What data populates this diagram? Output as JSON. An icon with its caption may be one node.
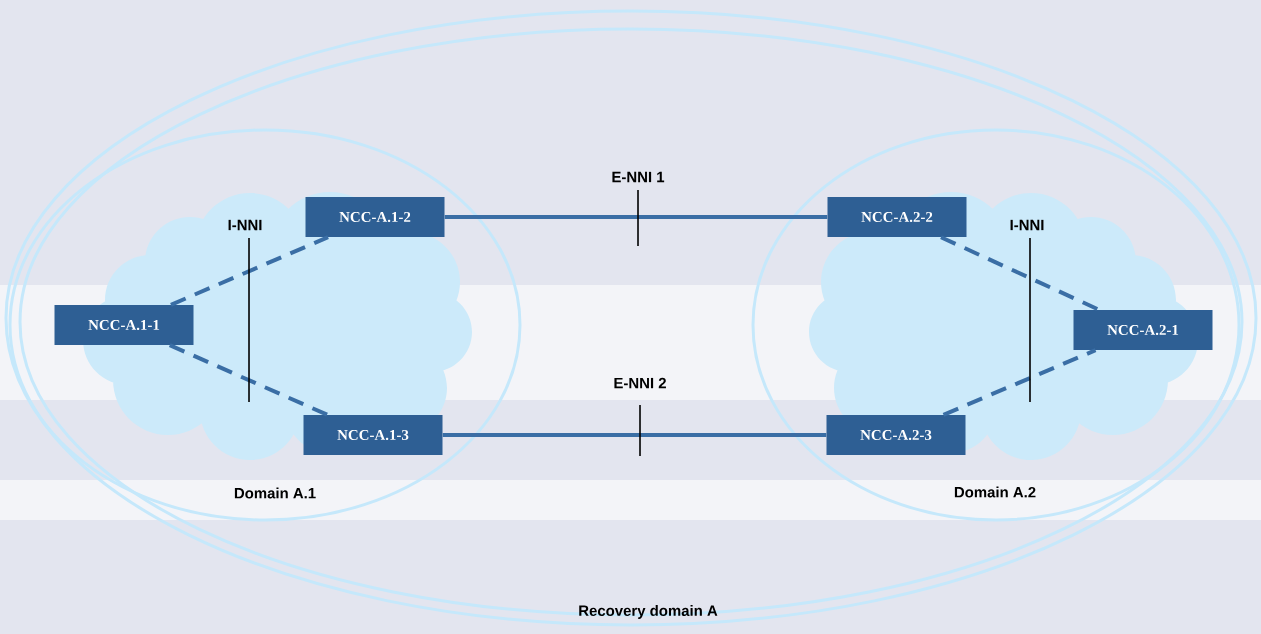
{
  "diagram": {
    "nodes": [
      {
        "text": [
          "Recovery domain A"
        ]
      },
      {
        "text": [
          "Domain A.1"
        ],
        "in": 0
      },
      {
        "text": [
          "NCC-A.1-1"
        ],
        "in": 1
      },
      {
        "text": [
          "NCC-A.1-2"
        ],
        "in": 1
      },
      {
        "text": [
          "NCC-A.1-3"
        ],
        "in": 1
      },
      {
        "text": [
          "Domain A.2"
        ],
        "in": 0
      },
      {
        "text": [
          "NCC-A.2-2"
        ],
        "in": 5
      },
      {
        "text": [
          "NCC-A.2-1"
        ],
        "in": 5
      },
      {
        "text": [
          "NCC-A.2-3"
        ],
        "in": 5
      }
    ],
    "edges": [
      {
        "from": 2,
        "to": 3,
        "arrow": "none",
        "style": "dashed"
      },
      {
        "from": 2,
        "to": 4,
        "arrow": "none",
        "style": "dashed"
      },
      {
        "from": 3,
        "to": 6,
        "arrow": "none"
      },
      {
        "from": 4,
        "to": 8,
        "arrow": "none"
      },
      {
        "from": 6,
        "to": 7,
        "arrow": "none",
        "style": "dashed"
      },
      {
        "from": 8,
        "to": 7,
        "arrow": "none",
        "style": "dashed"
      }
    ],
    "labels": [
      "E-NNI 1",
      "I-NNI",
      "I-NNI",
      "E-NNI 2"
    ]
  }
}
